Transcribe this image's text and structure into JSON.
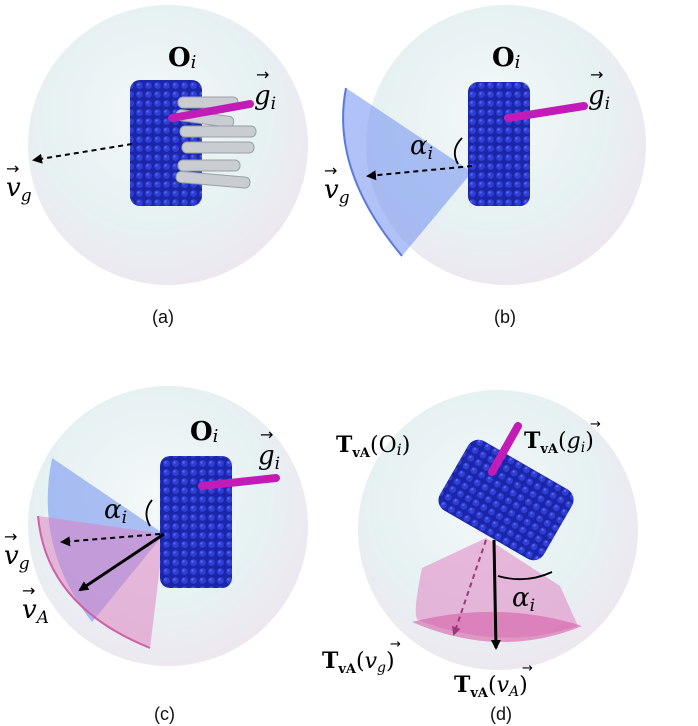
{
  "colors": {
    "sphere_fill": "#e8f3f4",
    "sphere_tint": "#f3e8f1",
    "object_blue": "#1f2bb5",
    "object_dot": "#3344dd",
    "gripper_gray": "#c9cdd1",
    "grasp_magenta": "#c21bb8",
    "cone_blue": "#6f8ff0",
    "cone_pink": "#e07ac0",
    "arrow_black": "#000000",
    "arrow_pink_dash": "#9a3a7a"
  },
  "panels": [
    {
      "caption": "(a)",
      "object_label_main": "O",
      "object_label_sub": "i",
      "grasp_label_main": "g",
      "grasp_label_sub": "i",
      "gravity_label_main": "v",
      "gravity_label_sub": "g"
    },
    {
      "caption": "(b)",
      "object_label_main": "O",
      "object_label_sub": "i",
      "grasp_label_main": "g",
      "grasp_label_sub": "i",
      "gravity_label_main": "v",
      "gravity_label_sub": "g",
      "angle_label_main": "α",
      "angle_label_sub": "i"
    },
    {
      "caption": "(c)",
      "object_label_main": "O",
      "object_label_sub": "i",
      "grasp_label_main": "g",
      "grasp_label_sub": "i",
      "gravity_label_main": "v",
      "gravity_label_sub": "g",
      "angle_label_main": "α",
      "angle_label_sub": "i",
      "approach_label_main": "v",
      "approach_label_sub": "A"
    },
    {
      "caption": "(d)",
      "transform_main": "T",
      "transform_sub": "vA",
      "object_arg": "(O",
      "object_arg_sub": "i",
      "object_arg_close": ")",
      "grasp_arg_open": "(",
      "grasp_arg": "g",
      "grasp_arg_sub": "i",
      "grasp_arg_close": ")",
      "gravity_arg_open": "(",
      "gravity_arg": "v",
      "gravity_arg_sub": "g",
      "gravity_arg_close": ")",
      "approach_arg_open": "(",
      "approach_arg": "v",
      "approach_arg_sub": "A",
      "approach_arg_close": ")",
      "angle_label_main": "α",
      "angle_label_sub": "i"
    }
  ]
}
